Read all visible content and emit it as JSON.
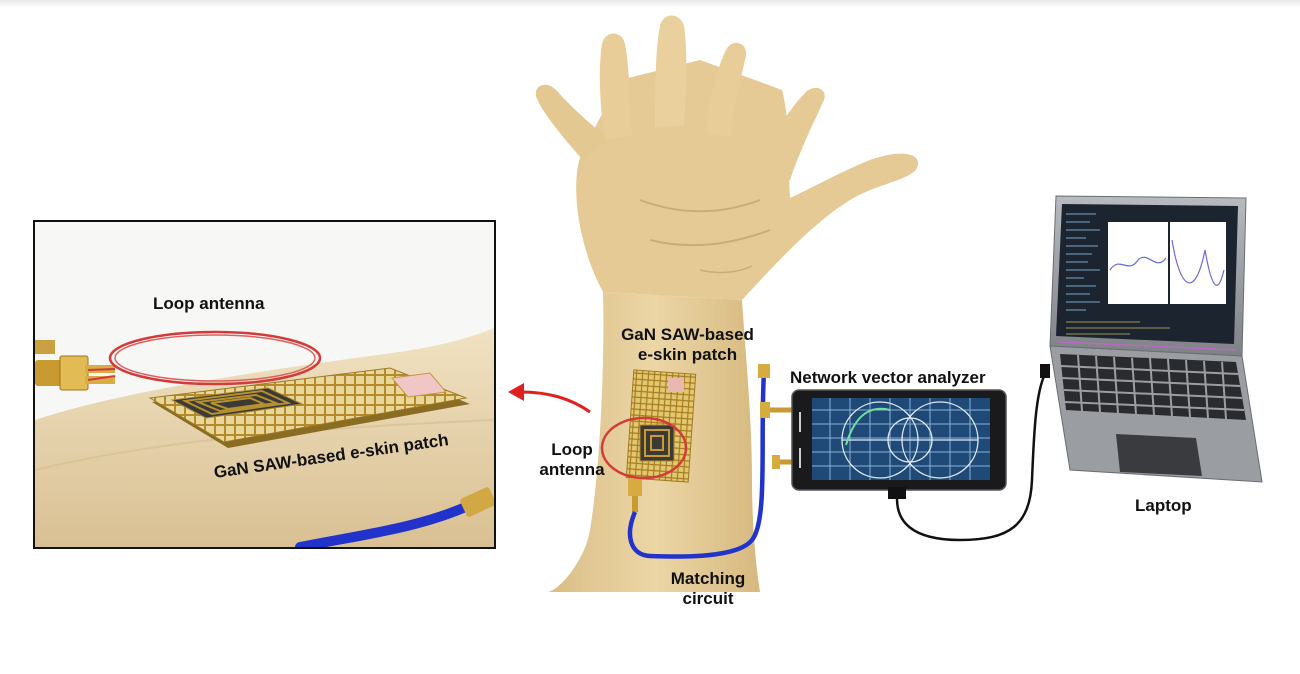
{
  "labels": {
    "inset_loop_antenna": "Loop antenna",
    "inset_patch": "GaN SAW-based e-skin patch",
    "patch_line1": "GaN SAW-based",
    "patch_line2": "e-skin patch",
    "loop_line1": "Loop",
    "loop_line2": "antenna",
    "nva": "Network vector analyzer",
    "laptop": "Laptop",
    "matching_line1": "Matching",
    "matching_line2": "circuit"
  },
  "colors": {
    "skin": "#e8cf9e",
    "skin_shadow": "#c9ad78",
    "gold": "#c8a23c",
    "antenna_red": "#d43a3a",
    "cable_blue": "#2233cc",
    "arrow_red": "#e02020",
    "laptop_gray": "#8a8d92",
    "screen_dark": "#1c2430",
    "nva_screen": "#1f4a78"
  },
  "icons": [
    "hand",
    "e-skin-patch",
    "loop-antenna",
    "network-analyzer",
    "laptop",
    "sma-connector",
    "coax-cable"
  ]
}
